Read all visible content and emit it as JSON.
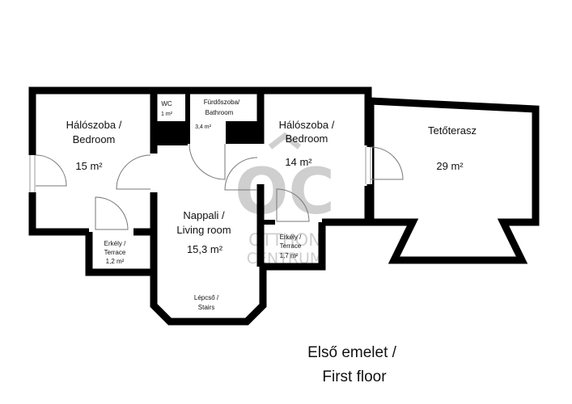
{
  "rooms": {
    "bedroom1": {
      "name_hu": "Hálószoba /",
      "name_en": "Bedroom",
      "area": "15 m²"
    },
    "wc": {
      "name": "WC",
      "area": "1 m²"
    },
    "bathroom": {
      "name_hu": "Fürdőszoba/",
      "name_en": "Bathroom",
      "area": "3,4 m²"
    },
    "bedroom2": {
      "name_hu": "Hálószoba /",
      "name_en": "Bedroom",
      "area": "14 m²"
    },
    "roof_terrace": {
      "name": "Tetőterasz",
      "area": "29 m²"
    },
    "living_room": {
      "name_hu": "Nappali /",
      "name_en": "Living room",
      "area": "15,3 m²"
    },
    "terrace1": {
      "name_hu": "Erkély /",
      "name_en": "Terrace",
      "area": "1,2 m²"
    },
    "terrace2": {
      "name_hu": "Erkély /",
      "name_en": "Terrace",
      "area": "1,7 m²"
    },
    "stairs": {
      "name_hu": "Lépcső /",
      "name_en": "Stairs"
    }
  },
  "floor_title": {
    "line1": "Első emelet  /",
    "line2": "First floor"
  },
  "watermark": {
    "monogram": "OC",
    "line1": "OTTHON",
    "line2": "CENTRUM"
  },
  "colors": {
    "wall": "#000000",
    "background": "#ffffff",
    "watermark": "#cfcfcf"
  }
}
